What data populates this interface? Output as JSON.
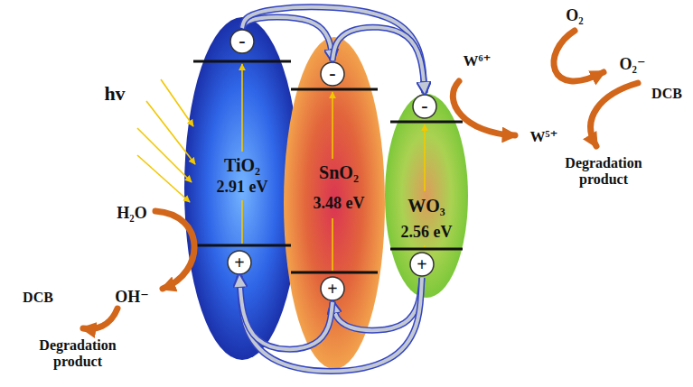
{
  "diagram": {
    "nodes": [
      {
        "text": [
          "TiO₂",
          "2.91 eV"
        ]
      },
      {
        "text": [
          "-"
        ],
        "in": 0
      },
      {
        "text": [
          "+"
        ],
        "in": 0
      },
      {
        "text": [
          "SnO₂",
          "3.48 eV"
        ]
      },
      {
        "text": [
          "-"
        ],
        "in": 3
      },
      {
        "text": [
          "+"
        ],
        "in": 3
      },
      {
        "text": [
          "WO₃",
          "2.56 eV"
        ]
      },
      {
        "text": [
          "-"
        ],
        "in": 6
      },
      {
        "text": [
          "+"
        ],
        "in": 6
      }
    ],
    "edges": [
      {
        "from": 1,
        "to": 4,
        "arrow": "to"
      },
      {
        "from": 1,
        "to": 7,
        "arrow": "to"
      },
      {
        "from": 4,
        "to": 7,
        "arrow": "to"
      },
      {
        "from": 8,
        "to": 5,
        "arrow": "to"
      },
      {
        "from": 8,
        "to": 2,
        "arrow": "to"
      },
      {
        "from": 5,
        "to": 2,
        "arrow": "to"
      }
    ],
    "labels": [
      "hv",
      "H₂O",
      "OH⁻",
      "DCB",
      "Degradation product",
      "W⁶⁺",
      "W⁵⁺",
      "O₂",
      "O₂⁻",
      "DCB",
      "Degradation product"
    ]
  }
}
